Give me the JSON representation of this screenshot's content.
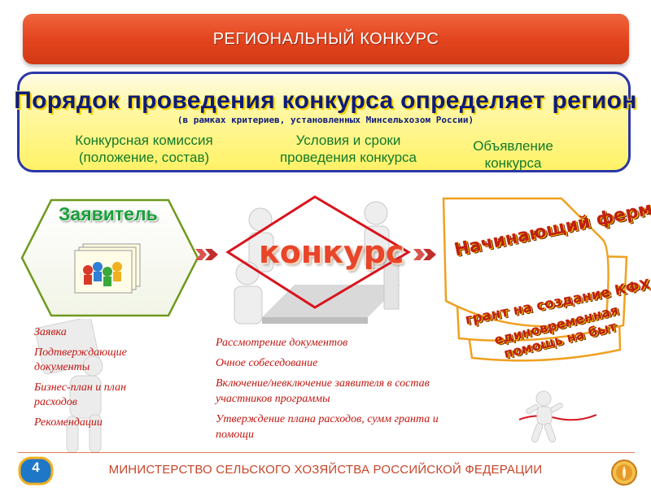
{
  "header": {
    "title": "РЕГИОНАЛЬНЫЙ КОНКУРС"
  },
  "info": {
    "title": "Порядок проведения конкурса определяет регион",
    "subtitle": "(в рамках критериев, установленных Минсельхозом России)",
    "items": [
      {
        "line1": "Конкурсная комиссия",
        "line2": "(положение, состав)"
      },
      {
        "line1": "Условия и сроки",
        "line2": "проведения конкурса"
      },
      {
        "line1": "Объявление",
        "line2": "конкурса"
      }
    ]
  },
  "applicant": {
    "label": "Заявитель"
  },
  "contest": {
    "label": "конкурс"
  },
  "banners": {
    "farmer": "Начинающий фермер",
    "grant": "грант на создание КФХ",
    "help_line1": "единовременная",
    "help_line2": "помощь на быт"
  },
  "left_list": [
    "Заявка",
    "Подтверждающие документы",
    "Бизнес-план и план расходов",
    "Рекомендации"
  ],
  "center_list": [
    "Рассмотрение документов",
    "Очное собеседование",
    "Включение/невключение заявителя в состав участников программы",
    "Утверждение плана расходов, сумм гранта и помощи"
  ],
  "footer": {
    "page_number": "4",
    "ministry": "МИНИСТЕРСТВО СЕЛЬСКОГО ХОЗЯЙСТВА РОССИЙСКОЙ ФЕДЕРАЦИИ"
  },
  "colors": {
    "header_red": "#e2431d",
    "info_border": "#2b36a6",
    "info_title": "#0e1b7a",
    "info_items_green": "#137a2a",
    "applicant_green": "#1aa03a",
    "list_red": "#c0160f",
    "banner_orange": "#f0a020",
    "page_badge_blue": "#1f77c8"
  }
}
